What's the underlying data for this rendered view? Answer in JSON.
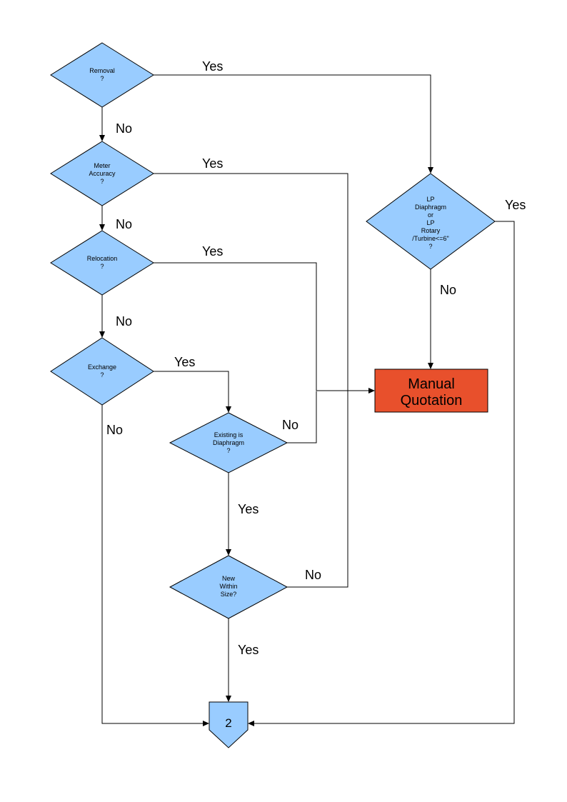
{
  "page": {
    "background": "#ffffff"
  },
  "colors": {
    "decision_fill": "#99ccff",
    "decision_stroke": "#000000",
    "terminal_fill": "#e8502c",
    "connector_fill": "#99ccff",
    "line_color": "#000000"
  },
  "nodes": {
    "removal": {
      "type": "decision",
      "lines": [
        "Removal",
        "?"
      ]
    },
    "meter_accuracy": {
      "type": "decision",
      "lines": [
        "Meter",
        "Accuracy",
        "?"
      ]
    },
    "relocation": {
      "type": "decision",
      "lines": [
        "Relocation",
        "?"
      ]
    },
    "exchange": {
      "type": "decision",
      "lines": [
        "Exchange",
        "?"
      ]
    },
    "existing_is_diaphragm": {
      "type": "decision",
      "lines": [
        "Existing is",
        "Diaphragm",
        "?"
      ]
    },
    "new_within_size": {
      "type": "decision",
      "lines": [
        "New",
        "Within",
        "Size?"
      ]
    },
    "lp_meter": {
      "type": "decision",
      "lines": [
        "LP",
        "Diaphragm",
        "or",
        "LP",
        "Rotary",
        "/Turbine<=6\"",
        "?"
      ]
    },
    "manual_quotation": {
      "type": "terminal",
      "lines": [
        "Manual",
        "Quotation"
      ]
    },
    "connector_2": {
      "type": "off-page-connector",
      "label": "2"
    }
  },
  "edges": [
    {
      "from": "removal",
      "to": "lp_meter",
      "label": "Yes"
    },
    {
      "from": "removal",
      "to": "meter_accuracy",
      "label": "No"
    },
    {
      "from": "meter_accuracy",
      "to": "manual_quotation",
      "label": "Yes"
    },
    {
      "from": "meter_accuracy",
      "to": "relocation",
      "label": "No"
    },
    {
      "from": "relocation",
      "to": "manual_quotation",
      "label": "Yes"
    },
    {
      "from": "relocation",
      "to": "exchange",
      "label": "No"
    },
    {
      "from": "exchange",
      "to": "existing_is_diaphragm",
      "label": "Yes"
    },
    {
      "from": "exchange",
      "to": "connector_2",
      "label": "No"
    },
    {
      "from": "existing_is_diaphragm",
      "to": "manual_quotation",
      "label": "No"
    },
    {
      "from": "existing_is_diaphragm",
      "to": "new_within_size",
      "label": "Yes"
    },
    {
      "from": "new_within_size",
      "to": "manual_quotation",
      "label": "No"
    },
    {
      "from": "new_within_size",
      "to": "connector_2",
      "label": "Yes"
    },
    {
      "from": "lp_meter",
      "to": "manual_quotation",
      "label": "No"
    },
    {
      "from": "lp_meter",
      "to": "connector_2",
      "label": "Yes"
    }
  ]
}
